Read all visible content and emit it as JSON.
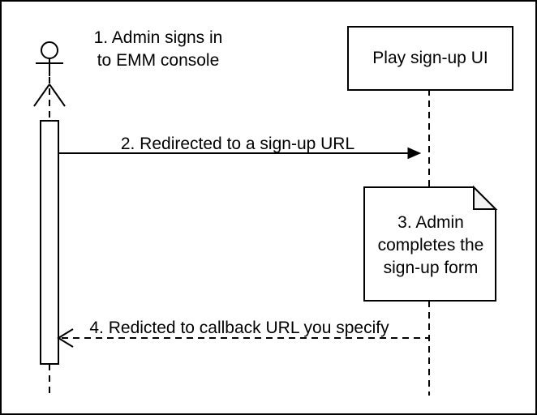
{
  "colors": {
    "stroke": "#000000",
    "background": "#ffffff",
    "note_fold_fill": "#f2f2f2"
  },
  "lifelines": {
    "admin": {
      "type": "actor",
      "icon": "stick-figure-icon"
    },
    "play_signup_ui": {
      "label": "Play sign-up UI"
    }
  },
  "steps": {
    "step1": "1. Admin signs in\nto EMM console",
    "step2": "2. Redirected to a sign-up URL",
    "step3": "3. Admin\ncompletes the\nsign-up form",
    "step4": "4. Redicted to callback URL you specify"
  }
}
